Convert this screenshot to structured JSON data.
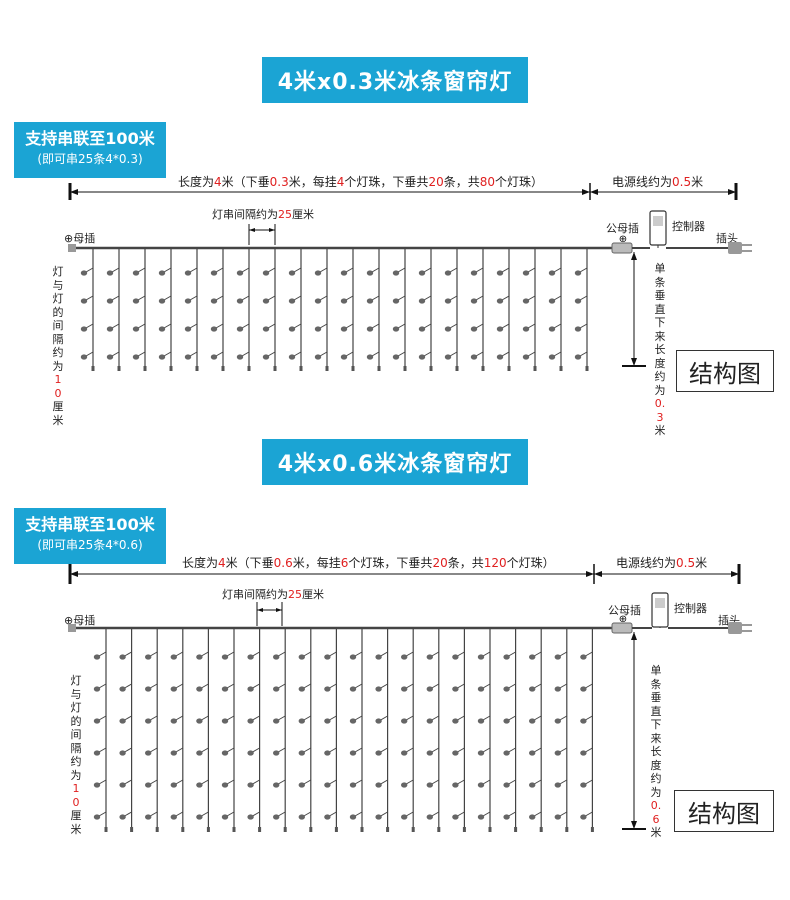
{
  "panels": [
    {
      "title": "4米x0.3米冰条窗帘灯",
      "support": {
        "line1": "支持串联至100米",
        "line2": "(即可串25条4*0.3)"
      },
      "length_text": {
        "p1": "长度为",
        "v1": "4",
        "p2": "米（下垂",
        "v2": "0.3",
        "p3": "米，每挂",
        "v3": "4",
        "p4": "个灯珠，下垂共",
        "v4": "20",
        "p5": "条，共",
        "v5": "80",
        "p6": "个灯珠）"
      },
      "power_text": {
        "p1": "电源线约为",
        "v1": "0.5",
        "p2": "米"
      },
      "spacing_text": {
        "p1": "灯串间隔约为",
        "v1": "25",
        "p2": "厘米"
      },
      "female_plug": "⊕母插",
      "male_plug": "公母插",
      "controller": "控制器",
      "plug": "插头",
      "bulb_gap": {
        "p1": "灯与灯的间隔约为",
        "v1": "10",
        "p2": "厘米"
      },
      "drop_length": {
        "p1": "单条垂直下来长度约为",
        "v1": "0.3",
        "p2": "米"
      },
      "structure_label": "结构图"
    },
    {
      "title": "4米x0.6米冰条窗帘灯",
      "support": {
        "line1": "支持串联至100米",
        "line2": "(即可串25条4*0.6)"
      },
      "length_text": {
        "p1": "长度为",
        "v1": "4",
        "p2": "米（下垂",
        "v2": "0.6",
        "p3": "米，每挂",
        "v3": "6",
        "p4": "个灯珠，下垂共",
        "v4": "20",
        "p5": "条，共",
        "v5": "120",
        "p6": "个灯珠）"
      },
      "power_text": {
        "p1": "电源线约为",
        "v1": "0.5",
        "p2": "米"
      },
      "spacing_text": {
        "p1": "灯串间隔约为",
        "v1": "25",
        "p2": "厘米"
      },
      "female_plug": "⊕母插",
      "male_plug": "公母插",
      "controller": "控制器",
      "plug": "插头",
      "bulb_gap": {
        "p1": "灯与灯的间隔约为",
        "v1": "10",
        "p2": "厘米"
      },
      "drop_length": {
        "p1": "单条垂直下来长度约为",
        "v1": "0.6",
        "p2": "米"
      },
      "structure_label": "结构图"
    }
  ],
  "diagram": {
    "strand_count": 20,
    "bulbs_per_strand": [
      4,
      6
    ],
    "colors": {
      "accent": "#1ba4d4",
      "highlight": "#e02020",
      "wire": "#444444",
      "bulb": "#666666"
    }
  }
}
